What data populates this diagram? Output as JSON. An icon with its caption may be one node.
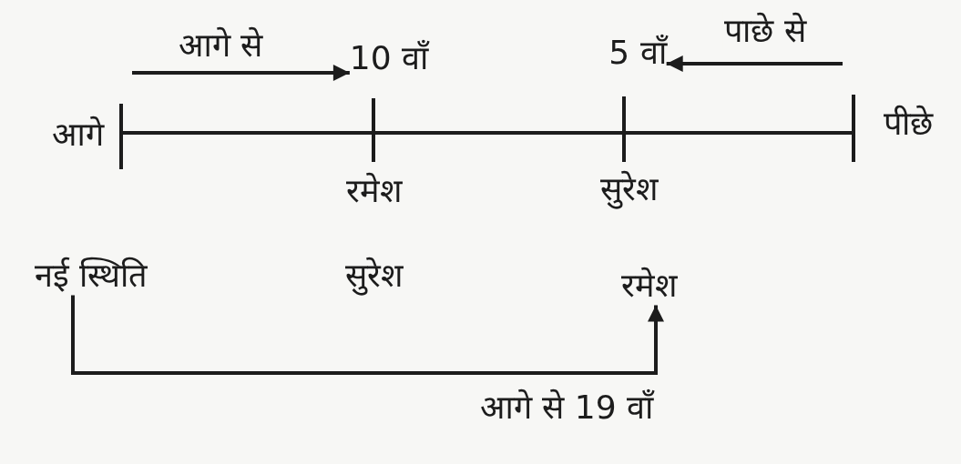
{
  "diagram": {
    "nodes": [
      {
        "text": [
          "10 वाँ"
        ]
      },
      {
        "text": [
          "5 वाँ"
        ]
      },
      {
        "text": [
          "नई स्थिति"
        ]
      },
      {
        "text": [
          "रमेश"
        ]
      }
    ],
    "edges": [
      {
        "from": null,
        "to": 0,
        "arrow": "to",
        "label": "आगे से"
      },
      {
        "from": null,
        "to": 1,
        "arrow": "to",
        "label": "पाछे से"
      },
      {
        "from": 2,
        "to": 3,
        "arrow": "to",
        "label": "आगे से 19 वाँ"
      }
    ],
    "labels": [
      "आगे",
      "पीछे",
      "रमेश",
      "सुरेश",
      "सुरेश"
    ]
  }
}
